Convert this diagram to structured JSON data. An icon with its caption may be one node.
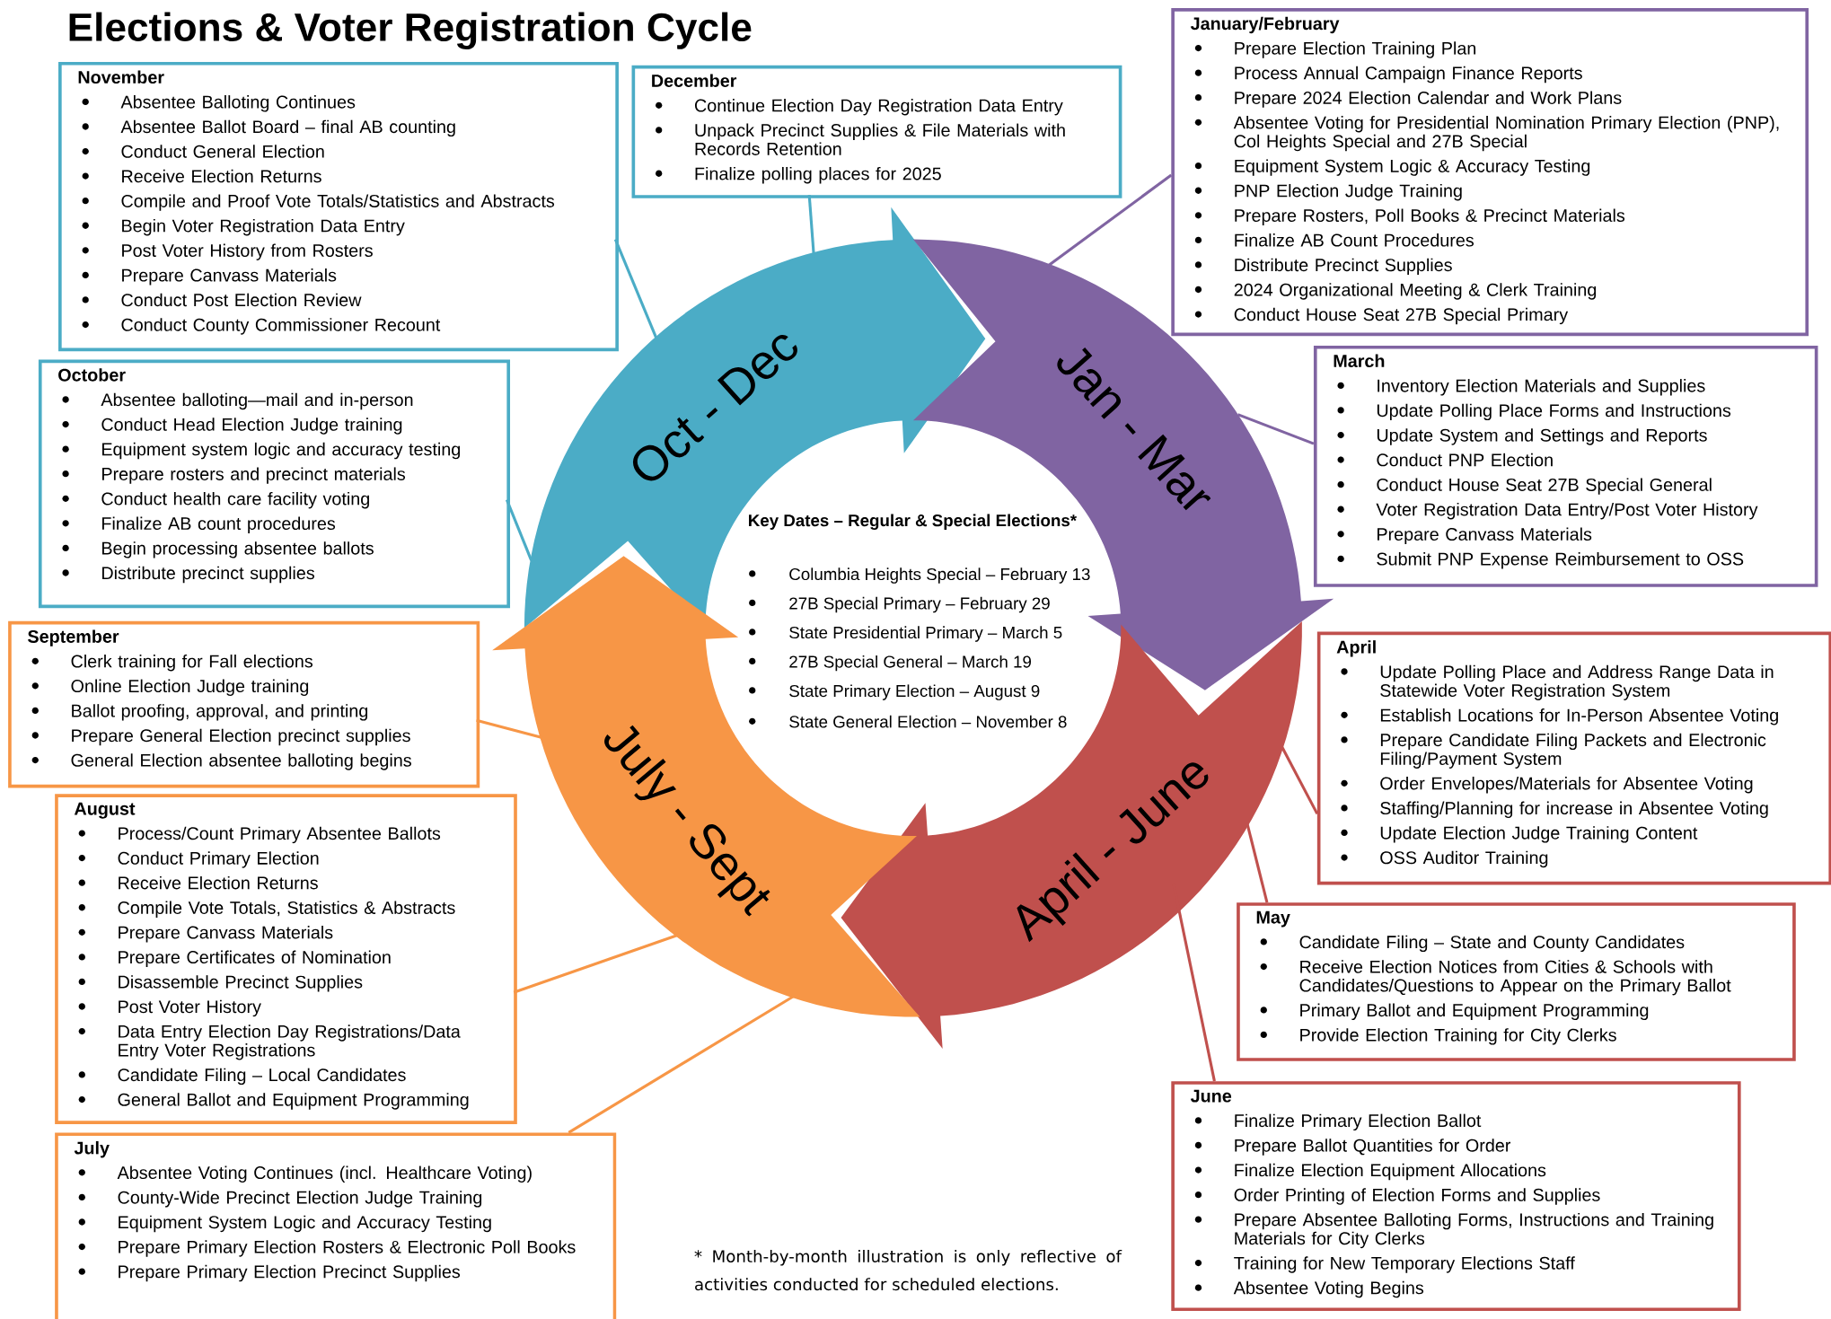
{
  "diagram": {
    "title": "Elections & Voter Registration Cycle",
    "nodes": [
      {
        "text": [
          "November",
          "Absentee Balloting Continues",
          "Absentee Ballot Board – final AB counting",
          "Conduct General Election",
          "Receive Election Returns",
          "Compile and Proof Vote Totals/Statistics and Abstracts",
          "Begin Voter Registration Data Entry",
          "Post Voter History from Rosters",
          "Prepare Canvass Materials",
          "Conduct Post Election Review",
          "Conduct County Commissioner Recount"
        ]
      },
      {
        "text": [
          "December",
          "Continue Election Day Registration Data Entry",
          "Unpack Precinct Supplies & File Materials with Records Retention",
          "Finalize polling places for 2025"
        ]
      },
      {
        "text": [
          "January/February",
          "Prepare Election Training Plan",
          "Process Annual Campaign Finance Reports",
          "Prepare 2024 Election Calendar and Work Plans",
          "Absentee Voting for Presidential Nomination Primary Election (PNP), Col Heights Special and 27B Special",
          "Equipment System Logic & Accuracy Testing",
          "PNP Election Judge Training",
          "Prepare Rosters, Poll Books & Precinct Materials",
          "Finalize AB Count Procedures",
          "Distribute Precinct Supplies",
          "2024 Organizational Meeting & Clerk Training",
          "Conduct House Seat 27B Special Primary"
        ]
      },
      {
        "text": [
          "October",
          "Absentee balloting—mail and in-person",
          "Conduct Head Election Judge training",
          "Equipment system logic and accuracy testing",
          "Prepare rosters and precinct materials",
          "Conduct health care facility voting",
          "Finalize AB count procedures",
          "Begin processing absentee ballots",
          "Distribute precinct supplies"
        ]
      },
      {
        "text": [
          "March",
          "Inventory Election Materials and Supplies",
          "Update Polling Place Forms and Instructions",
          "Update System and Settings and Reports",
          "Conduct PNP Election",
          "Conduct House Seat 27B Special General",
          "Voter Registration Data Entry/Post Voter History",
          "Prepare Canvass Materials",
          "Submit PNP Expense Reimbursement to OSS"
        ]
      },
      {
        "text": [
          "September",
          "Clerk training for Fall elections",
          "Online Election Judge training",
          "Ballot proofing, approval, and printing",
          "Prepare General Election precinct supplies",
          "General Election absentee balloting begins"
        ]
      },
      {
        "text": [
          "April",
          "Update Polling Place and Address Range Data in Statewide Voter Registration System",
          "Establish Locations for In-Person Absentee Voting",
          "Prepare Candidate Filing Packets and Electronic Filing/Payment System",
          "Order Envelopes/Materials for Absentee Voting",
          "Staffing/Planning for increase in Absentee Voting",
          "Update Election Judge Training Content",
          "OSS Auditor Training"
        ]
      },
      {
        "text": [
          "August",
          "Process/Count Primary Absentee Ballots",
          "Conduct Primary Election",
          "Receive Election Returns",
          "Compile Vote Totals, Statistics & Abstracts",
          "Prepare Canvass Materials",
          "Prepare Certificates of Nomination",
          "Disassemble Precinct Supplies",
          "Post Voter History",
          "Data Entry Election Day Registrations/Data Entry Voter Registrations",
          "Candidate Filing – Local Candidates",
          "General Ballot and Equipment Programming"
        ]
      },
      {
        "text": [
          "May",
          "Candidate Filing – State and County Candidates",
          "Receive Election Notices from Cities & Schools with Candidates/Questions to Appear on the Primary Ballot",
          "Primary Ballot and Equipment Programming",
          "Provide Election Training for City Clerks"
        ]
      },
      {
        "text": [
          "June",
          "Finalize Primary Election Ballot",
          "Prepare Ballot Quantities for Order",
          "Finalize Election Equipment Allocations",
          "Order Printing of Election Forms and Supplies",
          "Prepare Absentee Balloting Forms, Instructions and Training Materials for City Clerks",
          "Training for New Temporary Elections Staff",
          "Absentee Voting Begins"
        ]
      },
      {
        "text": [
          "July",
          "Absentee Voting Continues (incl. Healthcare Voting)",
          "County-Wide Precinct Election Judge Training",
          "Equipment System Logic and Accuracy Testing",
          "Prepare Primary Election Rosters & Electronic Poll Books",
          "Prepare Primary Election Precinct Supplies"
        ]
      },
      {
        "text": [
          "Oct - Dec"
        ]
      },
      {
        "text": [
          "Jan - Mar"
        ]
      },
      {
        "text": [
          "April - June"
        ]
      },
      {
        "text": [
          "July - Sept"
        ]
      }
    ],
    "edges": [
      {
        "from": 0,
        "to": 11,
        "arrow": "none",
        "color": "#4bacc6"
      },
      {
        "from": 1,
        "to": 11,
        "arrow": "none",
        "color": "#4bacc6"
      },
      {
        "from": 2,
        "to": 12,
        "arrow": "none",
        "color": "#8064a2"
      },
      {
        "from": 3,
        "to": 11,
        "arrow": "none",
        "color": "#4bacc6"
      },
      {
        "from": 4,
        "to": 12,
        "arrow": "none",
        "color": "#8064a2"
      },
      {
        "from": 5,
        "to": 14,
        "arrow": "none",
        "color": "#f79646"
      },
      {
        "from": 6,
        "to": 13,
        "arrow": "none",
        "color": "#c0504d"
      },
      {
        "from": 7,
        "to": 14,
        "arrow": "none",
        "color": "#f79646"
      },
      {
        "from": 8,
        "to": 13,
        "arrow": "none",
        "color": "#c0504d"
      },
      {
        "from": 9,
        "to": 13,
        "arrow": "none",
        "color": "#c0504d"
      },
      {
        "from": 10,
        "to": 14,
        "arrow": "none",
        "color": "#f79646"
      }
    ],
    "labels": [
      "Key Dates – Regular & Special Elections*",
      "Columbia Heights Special – February 13",
      "27B Special Primary – February 29",
      "State Presidential Primary – March 5",
      "27B Special General – March 19",
      "State Primary Election – August 9",
      "State General Election – November 8",
      "* Month-by-month illustration is only reflective of activities conducted for scheduled elections."
    ]
  }
}
